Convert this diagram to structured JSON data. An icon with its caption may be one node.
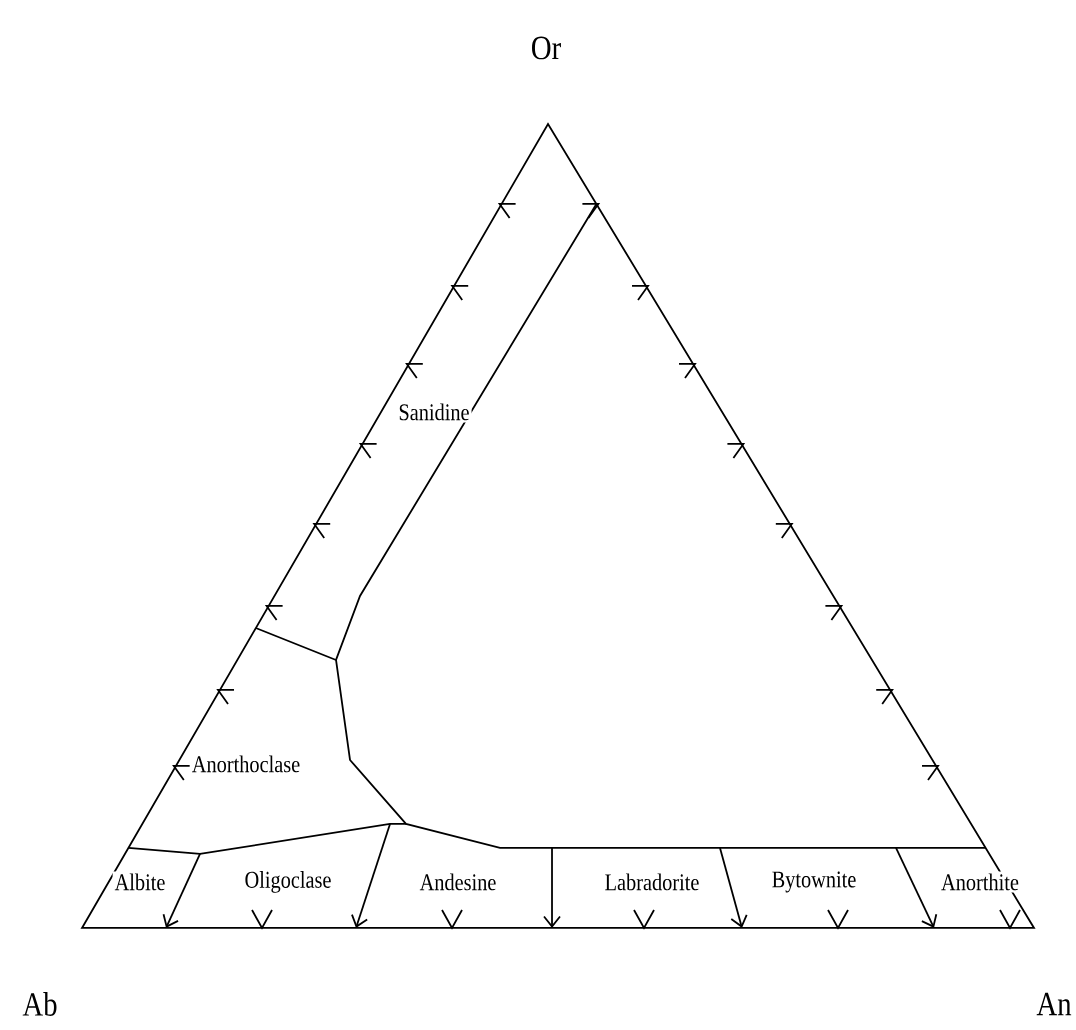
{
  "diagram": {
    "labels": [
      "Or",
      "Sanidine",
      "Anorthoclase",
      "Albite",
      "Oligoclase",
      "Andesine",
      "Labradorite",
      "Bytownite",
      "Anorthite",
      "Ab",
      "An"
    ]
  }
}
